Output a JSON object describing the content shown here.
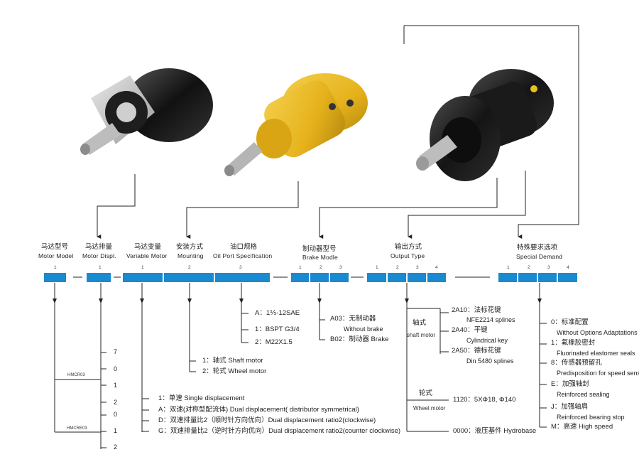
{
  "headers": {
    "motor_model": {
      "cn": "马达型号",
      "en": "Motor Model"
    },
    "motor_displ": {
      "cn": "马达排量",
      "en": "Motor Displ."
    },
    "variable_motor": {
      "cn": "马达变量",
      "en": "Variable Motor"
    },
    "mounting": {
      "cn": "安装方式",
      "en": "Mounting"
    },
    "oil_port": {
      "cn": "油口规格",
      "en": "Oil Port Specification"
    },
    "brake_model": {
      "cn": "制动器型号",
      "en": "Brake Modle"
    },
    "output_type": {
      "cn": "输出方式",
      "en": "Output Type"
    },
    "special_demand": {
      "cn": "特殊要求选项",
      "en": "Special Demand"
    }
  },
  "positions": {
    "p1": "1",
    "p2": "2",
    "p3": "3",
    "p4": "4"
  },
  "displacement": {
    "group1_label": "HMCR03",
    "group1_ticks": [
      "7",
      "0",
      "1",
      "2"
    ],
    "group2_label": "HMCRE03",
    "group2_ticks": [
      "0",
      "1",
      "2"
    ]
  },
  "variable_options": [
    "1：单速  Single displacement",
    "A：双速(对称型配流体) Dual displacement( distributor symmetrical)",
    "D：双速排量比2（顺时针方向优向）Dual displacement ratio2(clockwise)",
    "G：双速排量比2（逆时针方向优向）Dual displacement ratio2(counter clockwise)"
  ],
  "mounting_options": [
    "1：轴式  Shaft motor",
    "2：轮式  Wheel motor"
  ],
  "oil_port_options": [
    "A：1⅕-12SAE",
    "1：BSPT G3/4",
    "2：M22X1.5"
  ],
  "brake_options": [
    {
      "code": "A03：无制动器",
      "en": "Without brake"
    },
    {
      "code": "B02：制动器  Brake",
      "en": ""
    }
  ],
  "output": {
    "shaft_cn": "轴式",
    "shaft_en": "shaft motor",
    "wheel_cn": "轮式",
    "wheel_en": "Wheel motor",
    "shaft_options": [
      {
        "code": "2A10：法标花键",
        "en": "NFE2214 splines"
      },
      {
        "code": "2A40：平键",
        "en": "Cylindrical key"
      },
      {
        "code": "2A50：德标花键",
        "en": "Din 5480 splines"
      }
    ],
    "wheel_option": "1120：5XΦ18,  Φ140",
    "hydrobase_option": "0000：液压基件 Hydrobase"
  },
  "special_options": [
    {
      "code": "0：标准配置",
      "en": "Without Options Adaptations"
    },
    {
      "code": "1：氟橡胶密封",
      "en": "Fluorinated elastomer seals"
    },
    {
      "code": "8：传感器预留孔",
      "en": "Predisposition for speed sensor"
    },
    {
      "code": "E：加强轴封",
      "en": "Reinforced sealing"
    },
    {
      "code": "J：加强轴肩",
      "en": "Reinforced bearing stop"
    },
    {
      "code": "M：高速  High speed",
      "en": ""
    }
  ],
  "colors": {
    "bar": "#1a8ad0",
    "yellow": "#e6b21c",
    "black": "#1b1b1b"
  }
}
